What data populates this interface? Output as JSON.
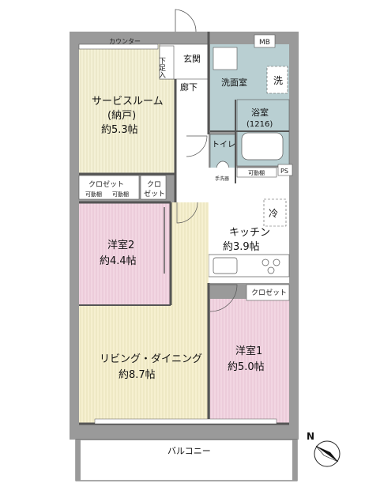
{
  "labels": {
    "counter": "カウンター",
    "mb": "MB",
    "geta": "下足入",
    "entrance": "玄関",
    "hallway": "廊下",
    "washroom": "洗面室",
    "washer": "洗",
    "bath_name": "浴室",
    "bath_size": "(1216)",
    "service_room_1": "サービスルーム",
    "service_room_2": "(納戸)",
    "service_room_3": "約5.3帖",
    "toilet": "トイレ",
    "tank": "手洗器",
    "movable_shelf": "可動棚",
    "ps": "PS",
    "closet": "クロゼット",
    "kuro": "クロ",
    "zetto": "ゼット",
    "fridge": "冷",
    "kitchen_1": "キッチン",
    "kitchen_2": "約3.9帖",
    "room2_1": "洋室2",
    "room2_2": "約4.4帖",
    "living_1": "リビング・ダイニング",
    "living_2": "約8.7帖",
    "room1_1": "洋室1",
    "room1_2": "約5.0帖",
    "balcony": "バルコニー",
    "north": "N"
  },
  "colors": {
    "wall": "#9a9a9a",
    "service_room": "#f4f1d6",
    "room_pink": "#f2d6e2",
    "living": "#f6f0d0",
    "wet_area": "#b9cfd2",
    "hall": "#ffffff",
    "balcony": "#ffffff"
  }
}
